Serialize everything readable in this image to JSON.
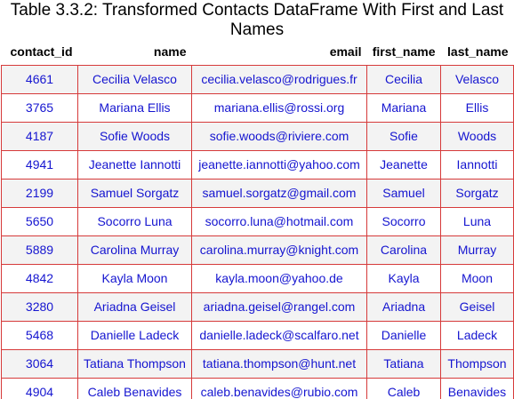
{
  "caption": "Table 3.3.2: Transformed Contacts DataFrame With First and Last Names",
  "columns": [
    "contact_id",
    "name",
    "email",
    "first_name",
    "last_name"
  ],
  "rows": [
    [
      "4661",
      "Cecilia Velasco",
      "cecilia.velasco@rodrigues.fr",
      "Cecilia",
      "Velasco"
    ],
    [
      "3765",
      "Mariana Ellis",
      "mariana.ellis@rossi.org",
      "Mariana",
      "Ellis"
    ],
    [
      "4187",
      "Sofie Woods",
      "sofie.woods@riviere.com",
      "Sofie",
      "Woods"
    ],
    [
      "4941",
      "Jeanette Iannotti",
      "jeanette.iannotti@yahoo.com",
      "Jeanette",
      "Iannotti"
    ],
    [
      "2199",
      "Samuel Sorgatz",
      "samuel.sorgatz@gmail.com",
      "Samuel",
      "Sorgatz"
    ],
    [
      "5650",
      "Socorro Luna",
      "socorro.luna@hotmail.com",
      "Socorro",
      "Luna"
    ],
    [
      "5889",
      "Carolina Murray",
      "carolina.murray@knight.com",
      "Carolina",
      "Murray"
    ],
    [
      "4842",
      "Kayla Moon",
      "kayla.moon@yahoo.de",
      "Kayla",
      "Moon"
    ],
    [
      "3280",
      "Ariadna Geisel",
      "ariadna.geisel@rangel.com",
      "Ariadna",
      "Geisel"
    ],
    [
      "5468",
      "Danielle Ladeck",
      "danielle.ladeck@scalfaro.net",
      "Danielle",
      "Ladeck"
    ],
    [
      "3064",
      "Tatiana Thompson",
      "tatiana.thompson@hunt.net",
      "Tatiana",
      "Thompson"
    ],
    [
      "4904",
      "Caleb Benavides",
      "caleb.benavides@rubio.com",
      "Caleb",
      "Benavides"
    ]
  ],
  "colors": {
    "cell_text": "#1515d0",
    "cell_border": "#d63a3a",
    "row_stripe": "#f3f3f3"
  }
}
